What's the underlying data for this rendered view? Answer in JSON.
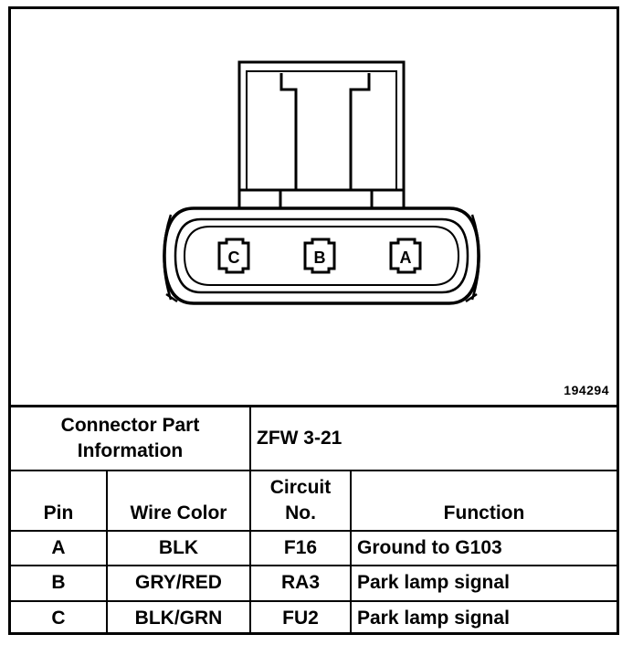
{
  "figure_number": "194294",
  "connector": {
    "cavities": [
      "C",
      "B",
      "A"
    ]
  },
  "part_info": {
    "label_line1": "Connector Part",
    "label_line2": "Information",
    "value": "ZFW 3-21"
  },
  "columns": {
    "pin": "Pin",
    "wire_color": "Wire Color",
    "circuit_line1": "Circuit",
    "circuit_line2": "No.",
    "function": "Function"
  },
  "rows": [
    {
      "pin": "A",
      "wire_color": "BLK",
      "circuit": "F16",
      "function": "Ground to G103"
    },
    {
      "pin": "B",
      "wire_color": "GRY/RED",
      "circuit": "RA3",
      "function": "Park lamp signal"
    },
    {
      "pin": "C",
      "wire_color": "BLK/GRN",
      "circuit": "FU2",
      "function": "Park lamp signal"
    }
  ]
}
